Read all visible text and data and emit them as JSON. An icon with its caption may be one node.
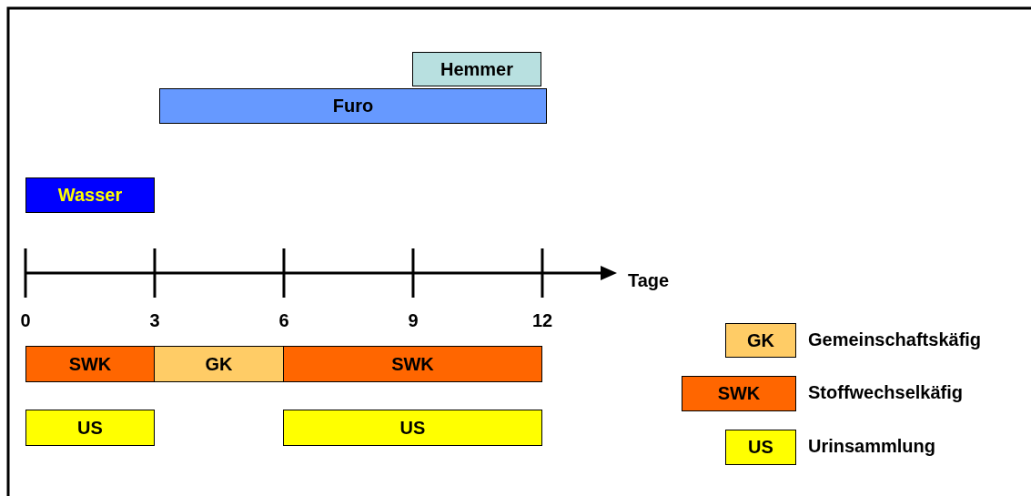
{
  "diagram": {
    "nodes": [
      {
        "text": [
          "Hemmer"
        ]
      },
      {
        "text": [
          "Furo"
        ]
      },
      {
        "text": [
          "Wasser"
        ]
      },
      {
        "text": [
          "SWK"
        ]
      },
      {
        "text": [
          "GK"
        ]
      },
      {
        "text": [
          "SWK"
        ]
      },
      {
        "text": [
          "US"
        ]
      },
      {
        "text": [
          "US"
        ]
      },
      {
        "text": [
          "GK"
        ],
        "beside": [
          "Gemeinschaftskäfig"
        ]
      },
      {
        "text": [
          "SWK"
        ],
        "beside": [
          "Stoffwechselkäfig"
        ]
      },
      {
        "text": [
          "US"
        ],
        "beside": [
          "Urinsammlung"
        ]
      }
    ],
    "edges": [],
    "labels": [
      "Tage",
      "0",
      "3",
      "6",
      "9",
      "12"
    ]
  }
}
